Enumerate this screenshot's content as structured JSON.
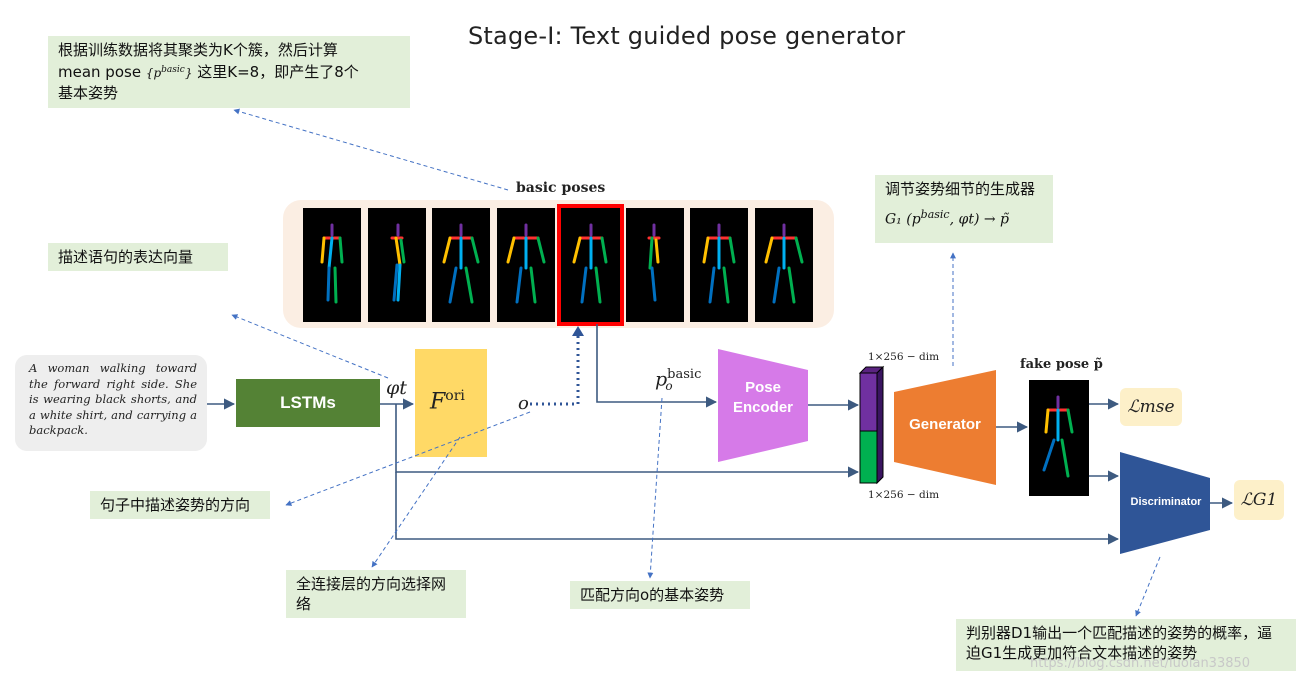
{
  "title": "Stage-I: Text guided pose generator",
  "notes": {
    "kmeans_line1": "根据训练数据将其聚类为K个簇，然后计算",
    "kmeans_line2_a": "mean pose",
    "kmeans_line2_formula": "{p",
    "kmeans_line2_sup": "basic",
    "kmeans_line2_b": "这里K=8，即产生了8个",
    "kmeans_line3": "基本姿势",
    "sentence_vector": "描述语句的表达向量",
    "direction": "句子中描述姿势的方向",
    "fc_layer": "全连接层的方向选择网络",
    "matched_pose": "匹配方向o的基本姿势",
    "generator_desc": "调节姿势细节的生成器",
    "generator_formula": "G₁ (p",
    "generator_formula_sup": "basic",
    "generator_formula_rest": ", φt) → p̃",
    "discriminator_desc": "判别器D1输出一个匹配描述的姿势的概率，逼迫G1生成更加符合文本描述的姿势"
  },
  "input_text": "A woman walking toward the forward right side. She is wearing black shorts, and a white shirt, and carrying a backpack.",
  "blocks": {
    "lstm": "LSTMs",
    "phi": "φt",
    "fori": "F",
    "fori_sup": "ori",
    "o": "o",
    "pose_label": "p",
    "pose_label_sup": "basic",
    "pose_label_sub": "o",
    "pose_encoder": "Pose Encoder",
    "generator": "Generator",
    "discriminator": "Discriminator",
    "basic_poses": "basic poses",
    "fake_pose": "fake pose p̃",
    "dim_top": "1×256 − dim",
    "dim_bottom": "1×256 − dim",
    "loss_mse": "ℒmse",
    "loss_g1": "ℒG1"
  },
  "watermark": "https://blog.csdn.net/luolan33850",
  "colors": {
    "lstm": "#548235",
    "fori": "#ffd966",
    "encoder": "#d67ae8",
    "generator": "#ed7d31",
    "discriminator": "#2f5597",
    "arrow": "#3d5a80",
    "highlight": "#ff0000"
  }
}
